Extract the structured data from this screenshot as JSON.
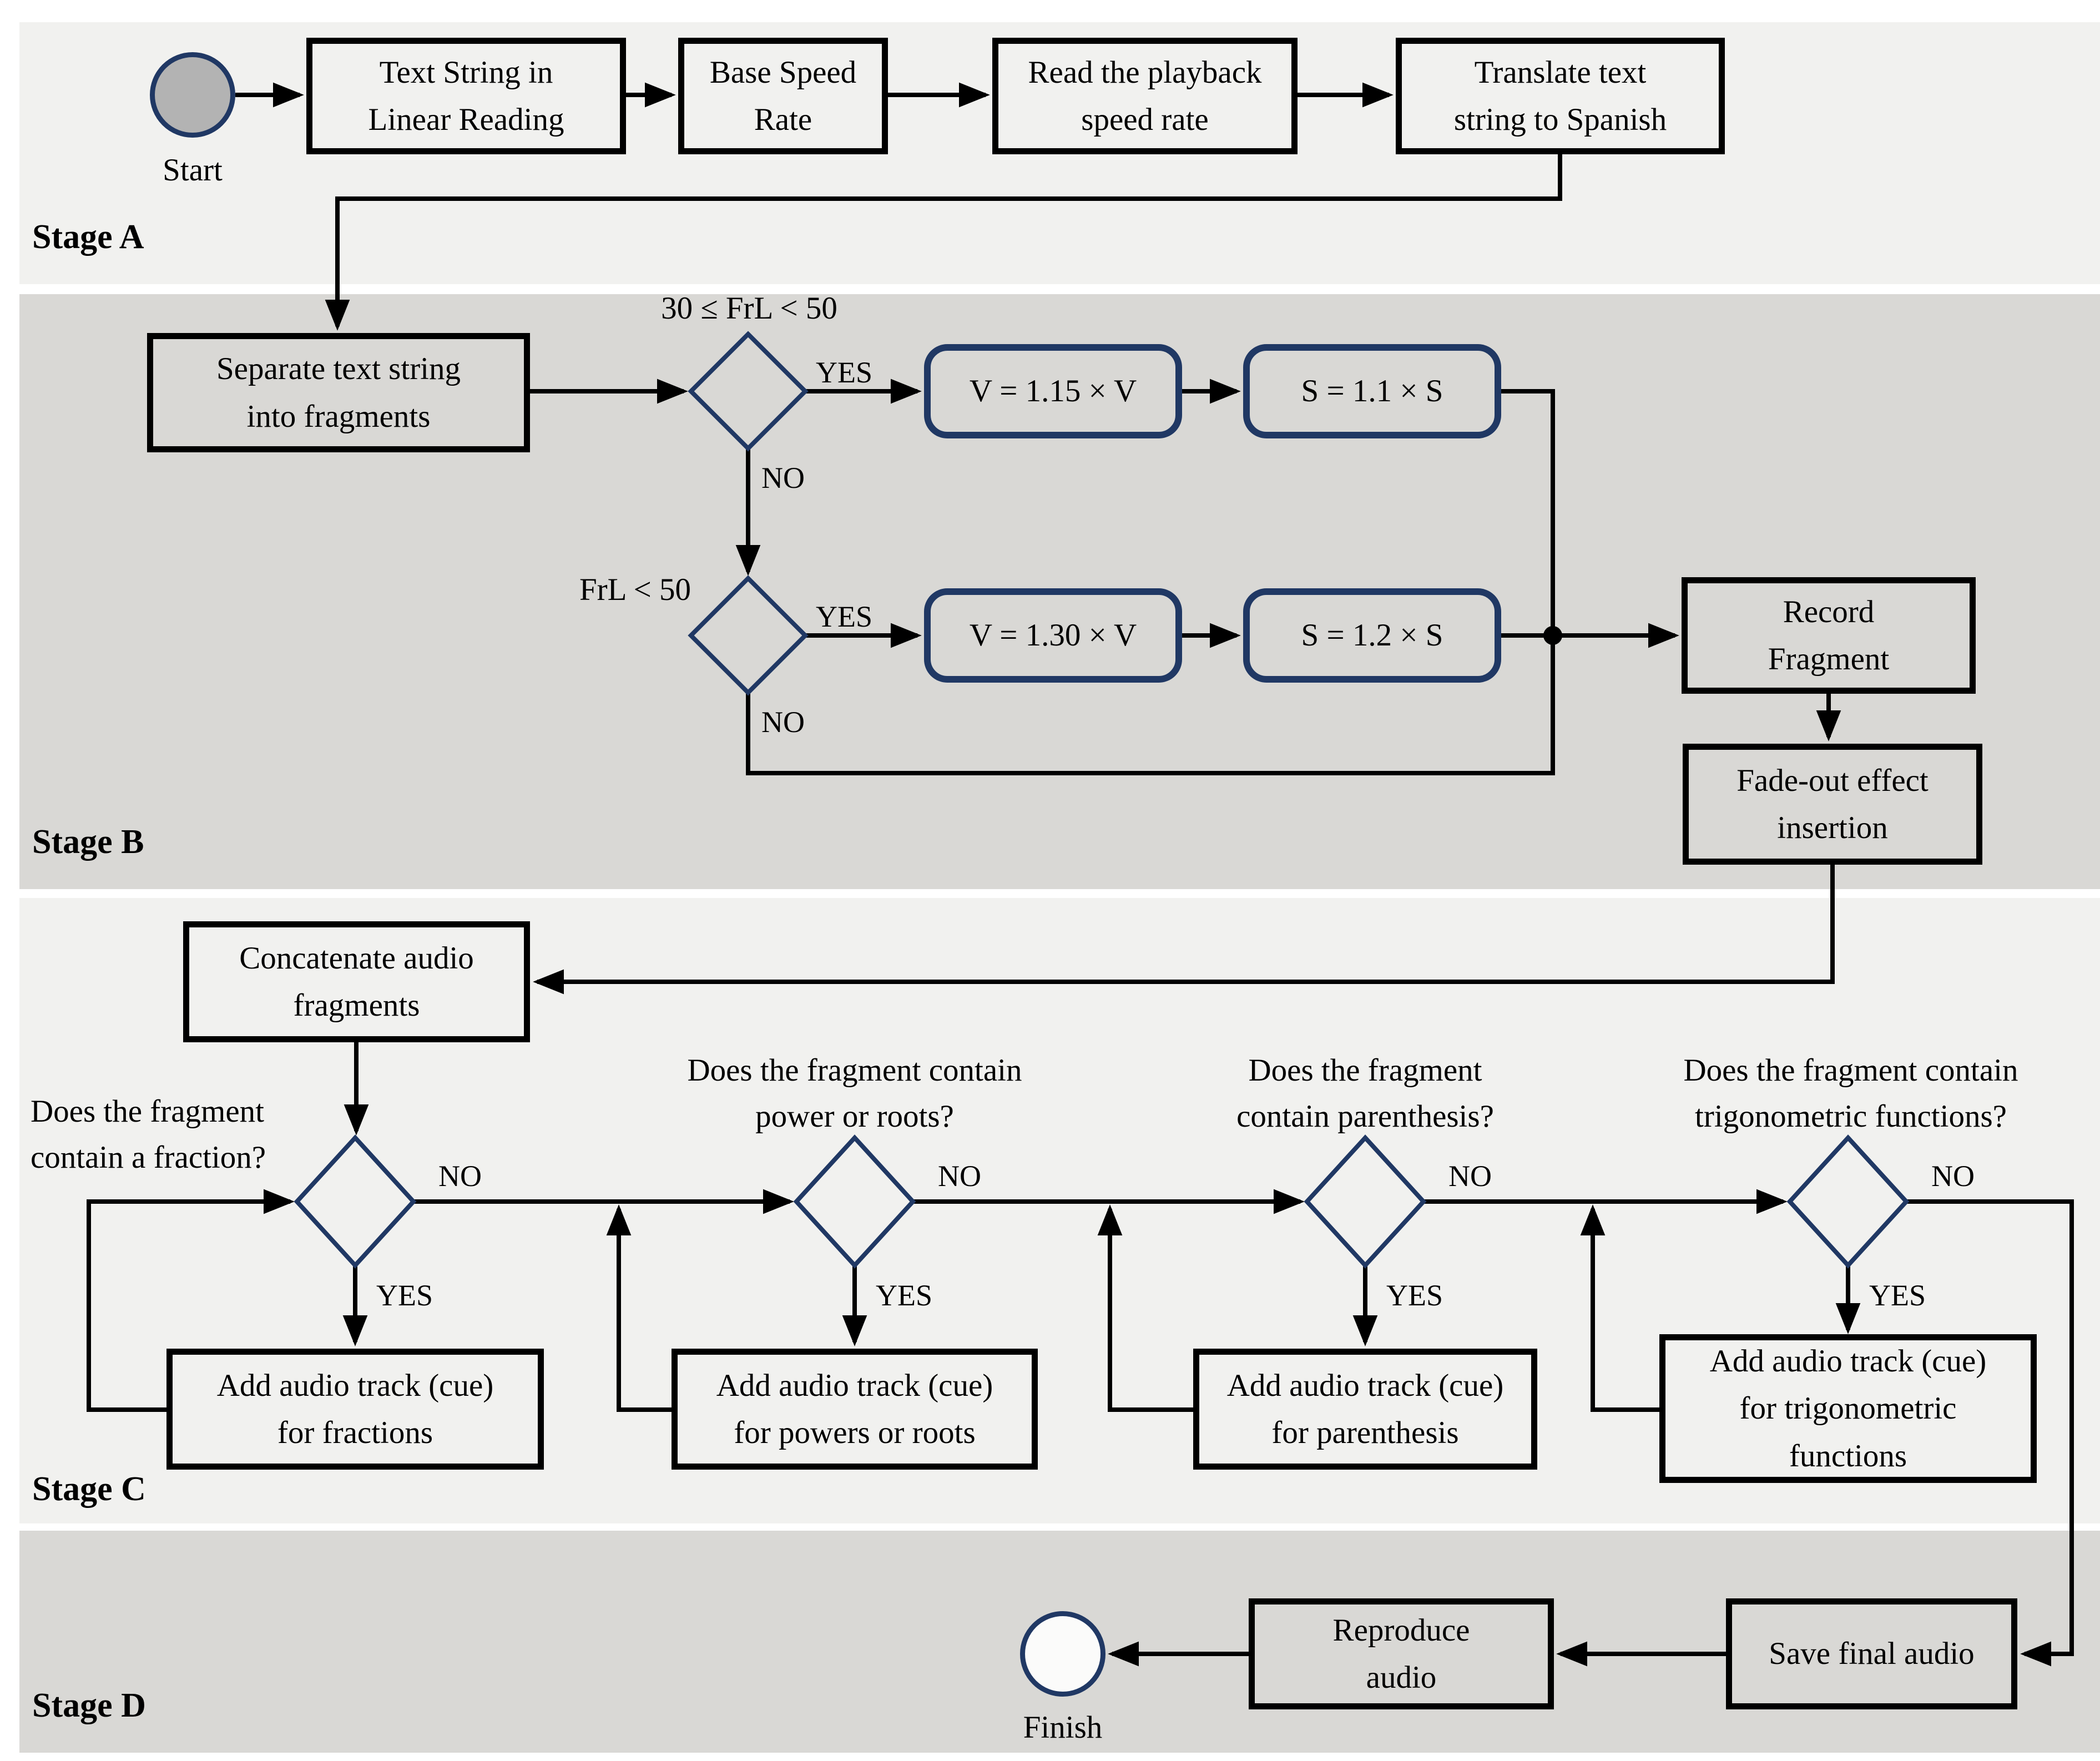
{
  "colors": {
    "band_light": "#f1f1ef",
    "band_dark": "#d9d8d5",
    "navy_accent": "#203864",
    "line_black": "#000000",
    "start_fill": "#b3b3b3",
    "finish_fill": "#fbfbfa"
  },
  "stage_a": {
    "label": "Stage A",
    "start": "Start",
    "boxes": [
      "Text String in\nLinear Reading",
      "Base Speed\nRate",
      "Read the playback\nspeed rate",
      "Translate text\nstring to Spanish"
    ]
  },
  "stage_b": {
    "label": "Stage B",
    "box_separate": "Separate text string\ninto fragments",
    "decision1": "30  ≤ FrL < 50",
    "decision2": "FrL < 50",
    "yes": "YES",
    "no": "NO",
    "op_boxes": [
      "V = 1.15 × V",
      "S = 1.1 × S",
      "V = 1.30 × V",
      "S = 1.2 × S"
    ],
    "box_record": "Record\nFragment",
    "box_fadeout": "Fade-out effect\ninsertion"
  },
  "stage_c": {
    "label": "Stage C",
    "box_concatenate": "Concatenate audio\nfragments",
    "yes": "YES",
    "no": "NO",
    "questions": [
      "Does the fragment\ncontain a fraction?",
      "Does the fragment contain\npower or roots?",
      "Does the fragment\ncontain parenthesis?",
      "Does the fragment contain\ntrigonometric functions?"
    ],
    "action_boxes": [
      "Add audio track (cue)\nfor fractions",
      "Add audio track (cue)\nfor powers or roots",
      "Add audio track (cue)\nfor parenthesis",
      "Add audio track (cue)\nfor trigonometric\nfunctions"
    ]
  },
  "stage_d": {
    "label": "Stage D",
    "finish": "Finish",
    "box_reproduce": "Reproduce\naudio",
    "box_save": "Save final audio"
  }
}
